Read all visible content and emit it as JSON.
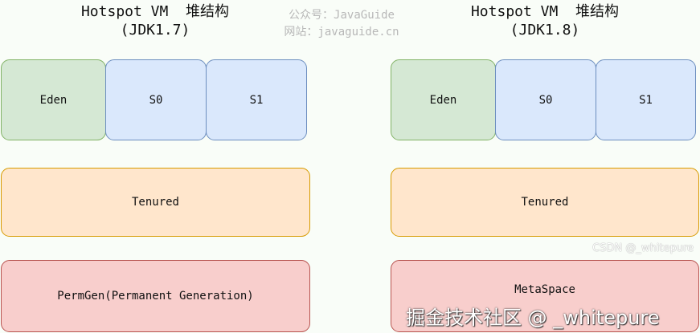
{
  "left": {
    "title_line1": "Hotspot VM  堆结构",
    "title_line2": "(JDK1.7)",
    "eden": "Eden",
    "s0": "S0",
    "s1": "S1",
    "tenured": "Tenured",
    "perm": "PermGen(Permanent Generation)"
  },
  "right": {
    "title_line1": "Hotspot VM  堆结构",
    "title_line2": "(JDK1.8)",
    "eden": "Eden",
    "s0": "S0",
    "s1": "S1",
    "tenured": "Tenured",
    "meta": "MetaSpace"
  },
  "watermarks": {
    "line1": "公众号：JavaGuide",
    "line2": "网站：javaguide.cn",
    "juejin": "掘金技术社区 @ _whitepure",
    "csdn": "CSDN @_whitepure"
  },
  "colors": {
    "young_eden": "#d5e8d4",
    "survivor": "#dae8fc",
    "tenured": "#ffe6cc",
    "perm_meta": "#f8cecc"
  }
}
